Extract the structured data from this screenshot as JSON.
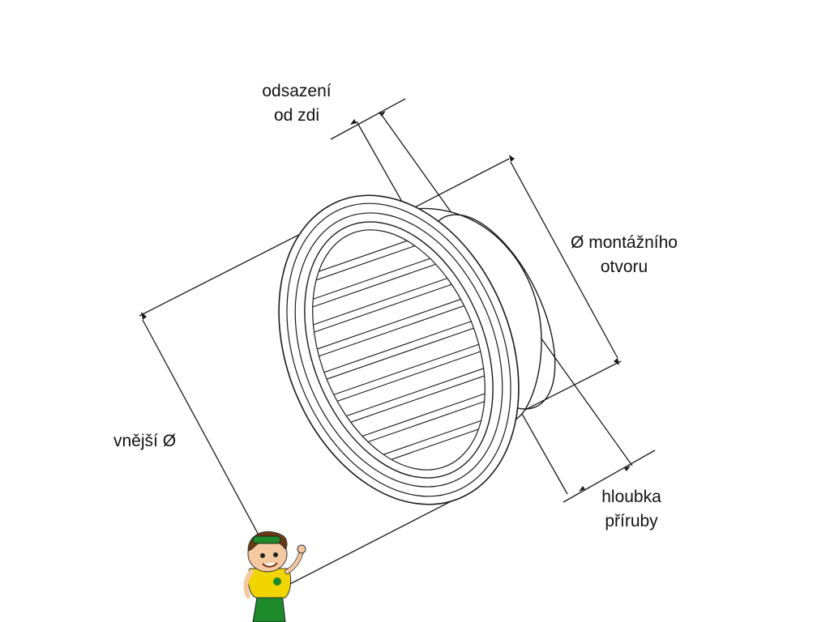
{
  "labels": {
    "offset": {
      "line1": "odsazení",
      "line2": "od zdi"
    },
    "mounting_hole": {
      "line1": "Ø montážního",
      "line2": "otvoru"
    },
    "outer_diameter": "vnější Ø",
    "flange_depth": {
      "line1": "hloubka",
      "line2": "příruby"
    }
  },
  "colors": {
    "line": "#1a1a1a",
    "mascot_shirt": "#f2d400",
    "mascot_shorts": "#1f8a2a",
    "mascot_hair": "#6b3a12"
  }
}
